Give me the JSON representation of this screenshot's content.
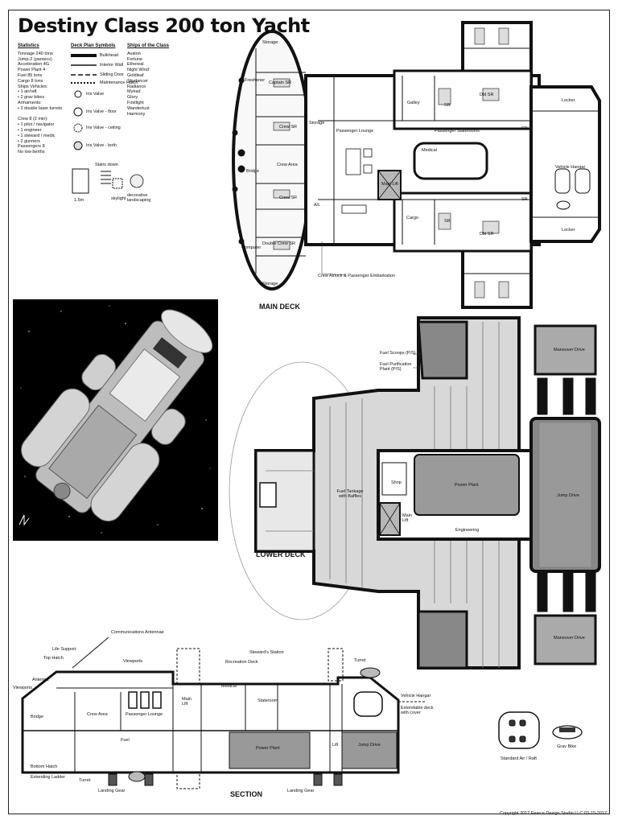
{
  "title": "Destiny Class 200 ton Yacht",
  "statistics": {
    "heading": "Statistics",
    "lines": [
      "Tonnage 240 tons",
      "Jump-2 (parsecs)",
      "Acceleration 4G",
      "Power Plant 4",
      "Fuel 85 tons",
      "Cargo 8 tons",
      "Ships Vehicles:",
      "• 1 air/raft",
      "• 2 grav bikes",
      "Armaments:",
      "• 2 double laser turrets",
      "",
      "Crew 8 (2 min):",
      "• 1 pilot / navigator",
      "• 1 engineer",
      "• 1 steward / medic",
      "• 2 gunners",
      "Passengers 8",
      "No low berths"
    ]
  },
  "symbols": {
    "heading": "Deck Plan Symbols",
    "items": [
      "Bulkhead",
      "Interior Wall",
      "Sliding Door",
      "Maintenance Hatch",
      "Iris Valve",
      "Iris Valve - floor",
      "Iris Valve - ceiling",
      "Iris Valve - both",
      "Stairs down"
    ],
    "bottom": [
      "1.5m",
      "skylight",
      "decorative landscaping"
    ]
  },
  "ships": {
    "heading": "Ships of the Class",
    "names": [
      "Avalon",
      "Fortune",
      "Ethereal",
      "Night Wind",
      "Goldleaf",
      "Skydancer",
      "Radiance",
      "Myriad",
      "Glory",
      "Firstlight",
      "Wanderlust",
      "Harmony"
    ]
  },
  "main_deck": {
    "label": "MAIN DECK",
    "rooms": [
      "Storage",
      "Captain SR",
      "Freshener",
      "Crew SR",
      "Storage",
      "Crew Area",
      "Bridge",
      "Crew SR",
      "Double Crew SR",
      "Computer",
      "Storage",
      "Passenger Lounge",
      "Passenger Staterooms",
      "Galley",
      "SR",
      "Dbl SR",
      "SR",
      "Locker",
      "Medical",
      "Main Lift",
      "Vehicle Hangar",
      "Cargo",
      "SR",
      "Dbl SR",
      "SR",
      "A/L",
      "Locker"
    ],
    "callout": "Crew Airlock & Passenger Embarkation"
  },
  "lower_deck": {
    "label": "LOWER DECK",
    "rooms": [
      "Fuel Tankage with Baffles",
      "Shop",
      "Power Plant",
      "Main Lift",
      "Engineering",
      "Jump Drive",
      "Maneuver Drive",
      "Maneuver Drive"
    ],
    "callouts": [
      "Fuel Scoops (P/S)",
      "Fuel Purification Plant (P/S)"
    ]
  },
  "section": {
    "label": "SECTION",
    "labels": [
      "Communications Antennae",
      "Life Support",
      "Top Hatch",
      "Antenna",
      "Viewports",
      "Viewports",
      "Recreation Deck",
      "Steward's Station",
      "Turret",
      "Vehicle Hangar",
      "Extendable deck with cover",
      "Bridge",
      "Crew Area",
      "Passenger Lounge",
      "Medical",
      "Main Lift",
      "Stateroom",
      "Fuel",
      "Power Plant",
      "Lift",
      "Jump Drive",
      "Bottom Hatch",
      "Extending Ladder",
      "Turret",
      "Landing Gear",
      "Landing Gear"
    ]
  },
  "vehicles": [
    "Standard Air / Raft",
    "Grav Bike"
  ],
  "copyright": "Copyright 2017 Fearce Design Studio LLC    03-15-2017"
}
